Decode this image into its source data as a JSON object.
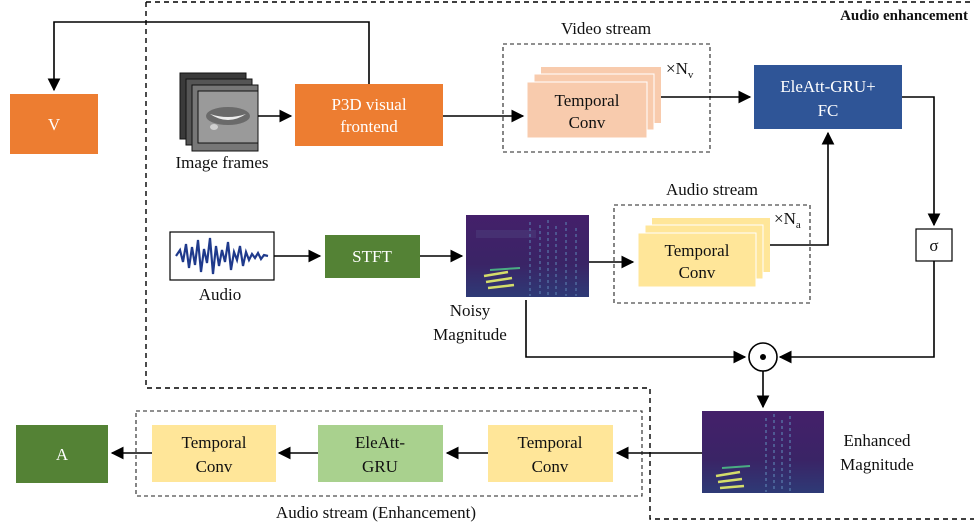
{
  "regions": {
    "enhancement_label": "Audio enhancement",
    "video_stream_label": "Video stream",
    "audio_stream_label": "Audio stream",
    "audio_stream_enh_label": "Audio stream (Enhancement)"
  },
  "nodes": {
    "v": "V",
    "p3d_line1": "P3D visual",
    "p3d_line2": "frontend",
    "image_frames": "Image frames",
    "video_tc_line1": "Temporal",
    "video_tc_line2": "Conv",
    "video_mult_base": "×N",
    "video_mult_sub": "v",
    "gru_line1": "EleAtt-GRU+",
    "gru_line2": "FC",
    "audio": "Audio",
    "stft": "STFT",
    "noisy_line1": "Noisy",
    "noisy_line2": "Magnitude",
    "audio_tc_line1": "Temporal",
    "audio_tc_line2": "Conv",
    "audio_mult_base": "×N",
    "audio_mult_sub": "a",
    "sigma": "σ",
    "enhanced_line1": "Enhanced",
    "enhanced_line2": "Magnitude",
    "enh_tc2_line1": "Temporal",
    "enh_tc2_line2": "Conv",
    "enh_gru_line1": "EleAtt-",
    "enh_gru_line2": "GRU",
    "enh_tc1_line1": "Temporal",
    "enh_tc1_line2": "Conv",
    "a": "A"
  },
  "colors": {
    "orange": "#ED7D31",
    "navy": "#2F5597",
    "dark_green": "#548235",
    "light_green": "#A9D18E",
    "peach": "#F8CBAD",
    "yellow": "#FFE699",
    "spectrogram_bg": "#3b1c5a"
  }
}
